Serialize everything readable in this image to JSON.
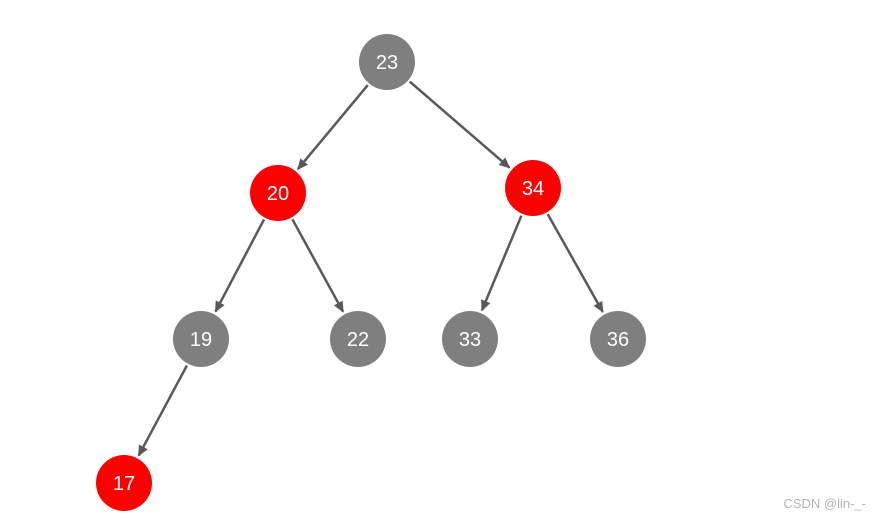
{
  "diagram": {
    "type": "red-black-tree",
    "colors": {
      "black_node": "#7f7f7f",
      "red_node": "#ff0000",
      "edge": "#595959",
      "label": "#ffffff",
      "watermark": "#b4b4b4"
    },
    "nodes": [
      {
        "id": "n23",
        "label": "23",
        "color": "black"
      },
      {
        "id": "n20",
        "label": "20",
        "color": "red"
      },
      {
        "id": "n34",
        "label": "34",
        "color": "red"
      },
      {
        "id": "n19",
        "label": "19",
        "color": "black"
      },
      {
        "id": "n22",
        "label": "22",
        "color": "black"
      },
      {
        "id": "n33",
        "label": "33",
        "color": "black"
      },
      {
        "id": "n36",
        "label": "36",
        "color": "black"
      },
      {
        "id": "n17",
        "label": "17",
        "color": "red"
      }
    ],
    "edges": [
      {
        "from": "n23",
        "to": "n20"
      },
      {
        "from": "n23",
        "to": "n34"
      },
      {
        "from": "n20",
        "to": "n19"
      },
      {
        "from": "n20",
        "to": "n22"
      },
      {
        "from": "n34",
        "to": "n33"
      },
      {
        "from": "n34",
        "to": "n36"
      },
      {
        "from": "n19",
        "to": "n17"
      }
    ]
  },
  "watermark": {
    "text": "CSDN @lin-_-"
  }
}
